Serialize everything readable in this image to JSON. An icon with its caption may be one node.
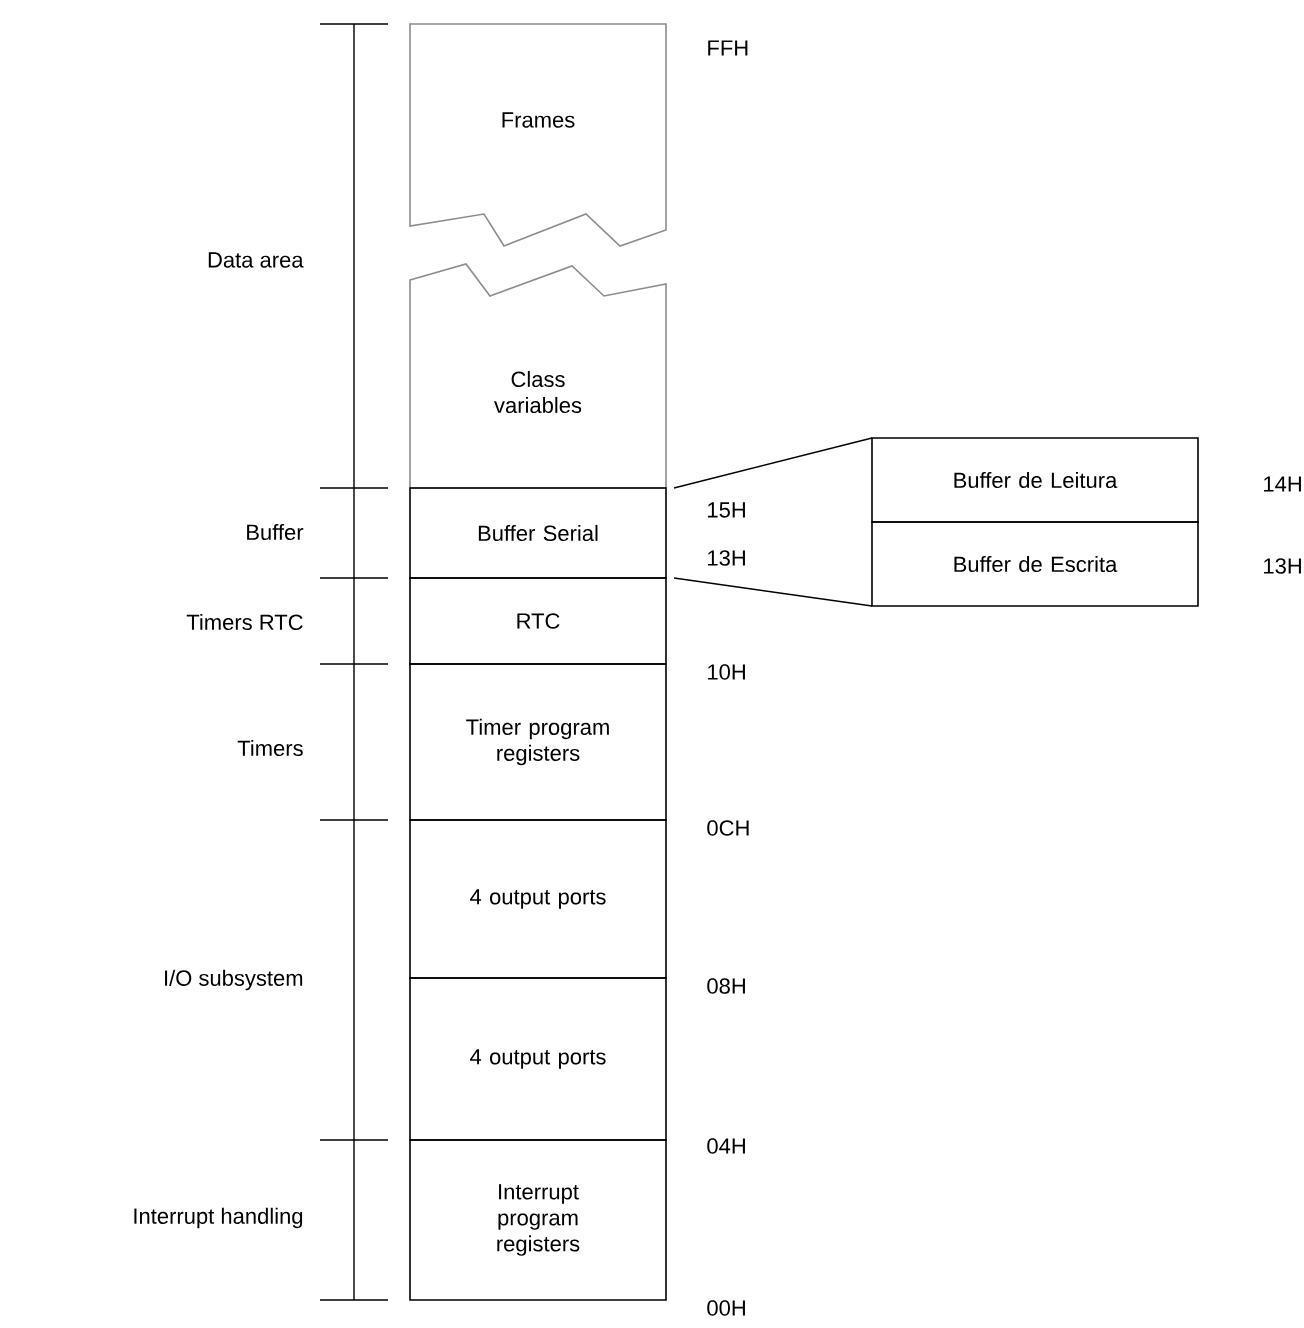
{
  "diagram": {
    "nodes": [
      {
        "text": [
          "Frames"
        ]
      },
      {
        "text": [
          "Class variables"
        ]
      },
      {
        "text": [
          "Buffer Serial"
        ]
      },
      {
        "text": [
          "RTC"
        ]
      },
      {
        "text": [
          "Timer program registers"
        ]
      },
      {
        "text": [
          "4 output ports"
        ]
      },
      {
        "text": [
          "4 output ports"
        ]
      },
      {
        "text": [
          "Interrupt program registers"
        ]
      },
      {
        "text": [
          "Buffer de Leitura"
        ]
      },
      {
        "text": [
          "Buffer de Escrita"
        ]
      }
    ],
    "edges": [
      {
        "from": 2,
        "to": 8,
        "arrow": "none"
      },
      {
        "from": 2,
        "to": 9,
        "arrow": "none"
      }
    ],
    "labels": [
      "FFH",
      "Data area",
      "15H",
      "14H",
      "Buffer",
      "13H",
      "13H",
      "Timers RTC",
      "10H",
      "Timers",
      "0CH",
      "I/O subsystem",
      "08H",
      "04H",
      "Interrupt handling",
      "00H"
    ]
  }
}
